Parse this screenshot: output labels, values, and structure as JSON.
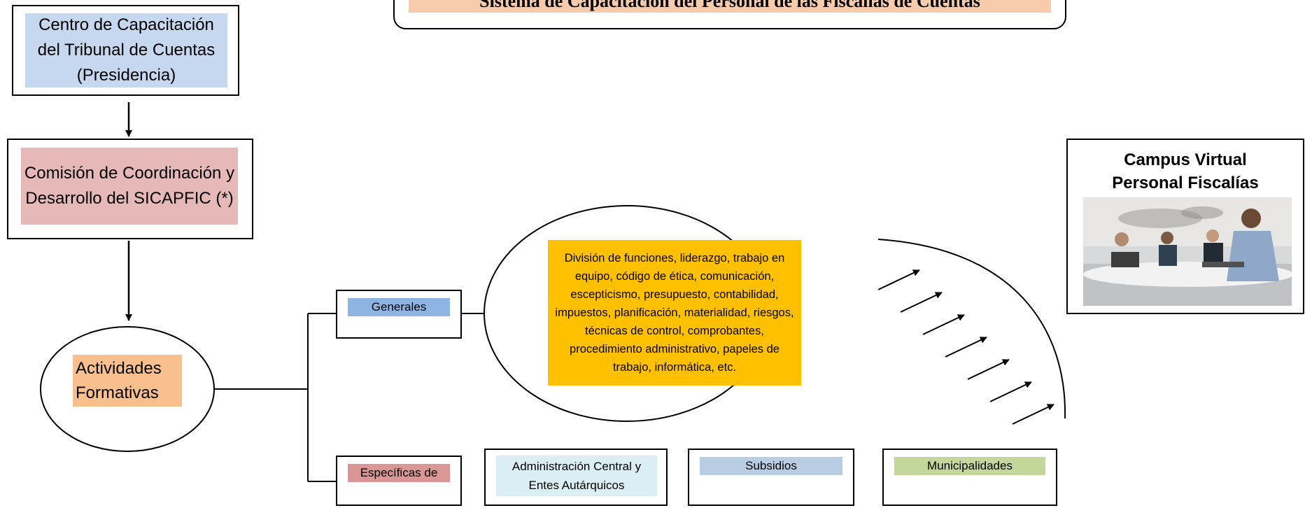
{
  "title": "Sistema de Capacitación del Personal de las Fiscalías de Cuentas",
  "boxes": {
    "centro": "Centro de Capacitación del Tribunal de Cuentas (Presidencia)",
    "comision": "Comisión de Coordinación y Desarrollo del SICAPFIC (*)",
    "actividades": "Actividades Formativas",
    "generales": "Generales",
    "topics": "División de funciones, liderazgo, trabajo en equipo, código de ética, comunicación, escepticismo, presupuesto, contabilidad, impuestos, planificación, materialidad, riesgos, técnicas de control, comprobantes, procedimiento administrativo, papeles de trabajo, informática, etc.",
    "especificas": "Específicas de",
    "admin": "Administración Central y Entes Autárquicos",
    "subsidios": "Subsidios",
    "municipalidades": "Municipalidades",
    "campus": "Campus Virtual Personal Fiscalías"
  },
  "colors": {
    "title_fill": "#f8cbad",
    "centro_fill": "#c5d8ef",
    "comision_fill": "#e6b8b7",
    "actividades_fill": "#f9c08e",
    "generales_fill": "#8eb4e3",
    "topics_fill": "#ffc000",
    "especificas_fill": "#da9694",
    "admin_fill": "#daeef3",
    "subsidios_fill": "#b8cce4",
    "municipalidades_fill": "#c4d79b"
  },
  "campus_image": "office-meeting-photo"
}
